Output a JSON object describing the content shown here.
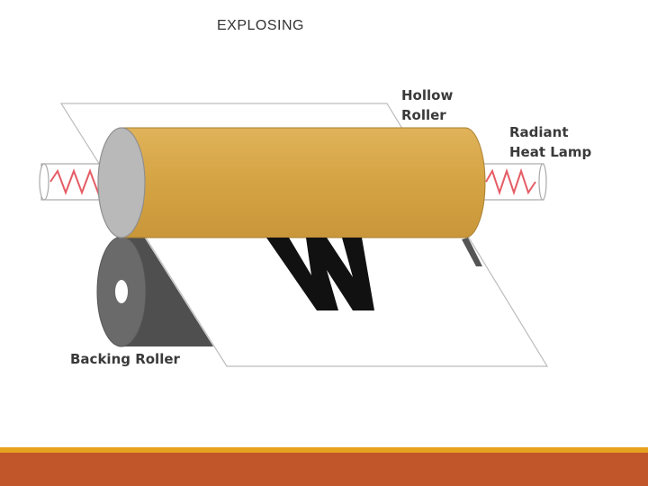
{
  "slide": {
    "title": "EXPLOSING"
  },
  "diagram": {
    "labels": {
      "hollow_roller_1": "Hollow",
      "hollow_roller_2": "Roller",
      "radiant_heat_lamp_1": "Radiant",
      "radiant_heat_lamp_2": "Heat Lamp",
      "backing_roller": "Backing Roller"
    },
    "colors": {
      "hollow_roller": "#d4a343",
      "roller_end": "#b9b9b9",
      "backing_roller": "#6a6a6a",
      "backing_shadow": "#4f4f4f",
      "lamp_filament": "#e0404a",
      "letter": "#111111"
    }
  },
  "footer": {
    "accent_line_color": "#e7a31f",
    "bar_color": "#c0562a"
  }
}
